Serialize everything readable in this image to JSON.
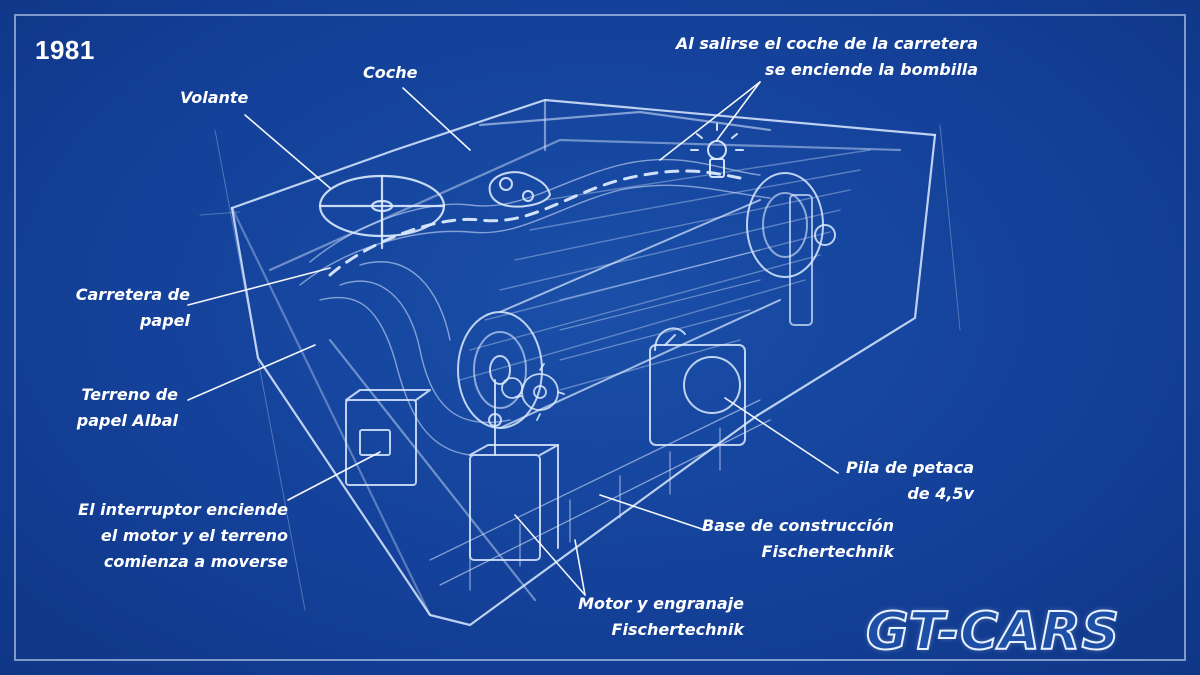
{
  "year": "1981",
  "labels": {
    "volante": "Volante",
    "coche": "Coche",
    "bombilla": [
      "Al salirse el coche de la carretera",
      "se enciende la bombilla"
    ],
    "carretera": [
      "Carretera de",
      "papel"
    ],
    "terreno": [
      "Terreno de",
      "papel Albal"
    ],
    "interruptor": [
      "El interruptor enciende",
      "el motor y el terreno",
      "comienza a moverse"
    ],
    "pila": [
      "Pila de petaca",
      "de 4,5v"
    ],
    "base": [
      "Base de construcción",
      "Fischertechnik"
    ],
    "motor": [
      "Motor y engranaje",
      "Fischertechnik"
    ]
  },
  "logo": "GT-CARS",
  "colors": {
    "background": "#14419a",
    "line": "#dceaff",
    "text": "#ffffff"
  }
}
